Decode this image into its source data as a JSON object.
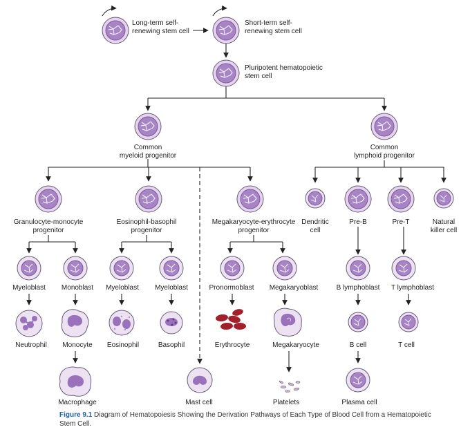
{
  "labels": {
    "lt_stem": [
      "Long-term self-",
      "renewing stem cell"
    ],
    "st_stem": [
      "Short-term self-",
      "renewing stem cell"
    ],
    "pluripotent": [
      "Pluripotent hematopoietic",
      "stem cell"
    ],
    "cmp": [
      "Common",
      "myeloid progenitor"
    ],
    "clp": [
      "Common",
      "lymphoid progenitor"
    ],
    "gmp": [
      "Granulocyte-monocyte",
      "progenitor"
    ],
    "ebp": [
      "Eosinophil-basophil",
      "progenitor"
    ],
    "mep": [
      "Megakaryocyte-erythrocyte",
      "progenitor"
    ],
    "dendritic": [
      "Dendritic",
      "cell"
    ],
    "preb": "Pre-B",
    "pret": "Pre-T",
    "nk": [
      "Natural",
      "killer cell"
    ],
    "myeloblast1": "Myeloblast",
    "monoblast": "Monoblast",
    "myeloblast2": "Myeloblast",
    "myeloblast3": "Myeloblast",
    "pronormoblast": "Pronormoblast",
    "megakaryoblast": "Megakaryoblast",
    "blymphoblast": "B lymphoblast",
    "tlymphoblast": "T lymphoblast",
    "neutrophil": "Neutrophil",
    "monocyte": "Monocyte",
    "eosinophil": "Eosinophil",
    "basophil": "Basophil",
    "erythrocyte": "Erythrocyte",
    "megakaryocyte": "Megakaryocyte",
    "bcell": "B cell",
    "tcell": "T cell",
    "macrophage": "Macrophage",
    "mastcell": "Mast cell",
    "platelets": "Platelets",
    "plasmacell": "Plasma cell"
  },
  "caption": {
    "figure_number": "Figure 9.1",
    "text": "Diagram of Hematopoiesis Showing the Derivation Pathways of Each Type of Blood Cell from a Hematopoietic Stem Cell."
  },
  "colors": {
    "cell_fill": "#e4d4ec",
    "cell_stroke": "#6a5a7a",
    "nucleus": "#a784c4",
    "nucleus_dark": "#7d5a9e",
    "rbc": "#a3202a",
    "caption_accent": "#1f5ea8"
  }
}
